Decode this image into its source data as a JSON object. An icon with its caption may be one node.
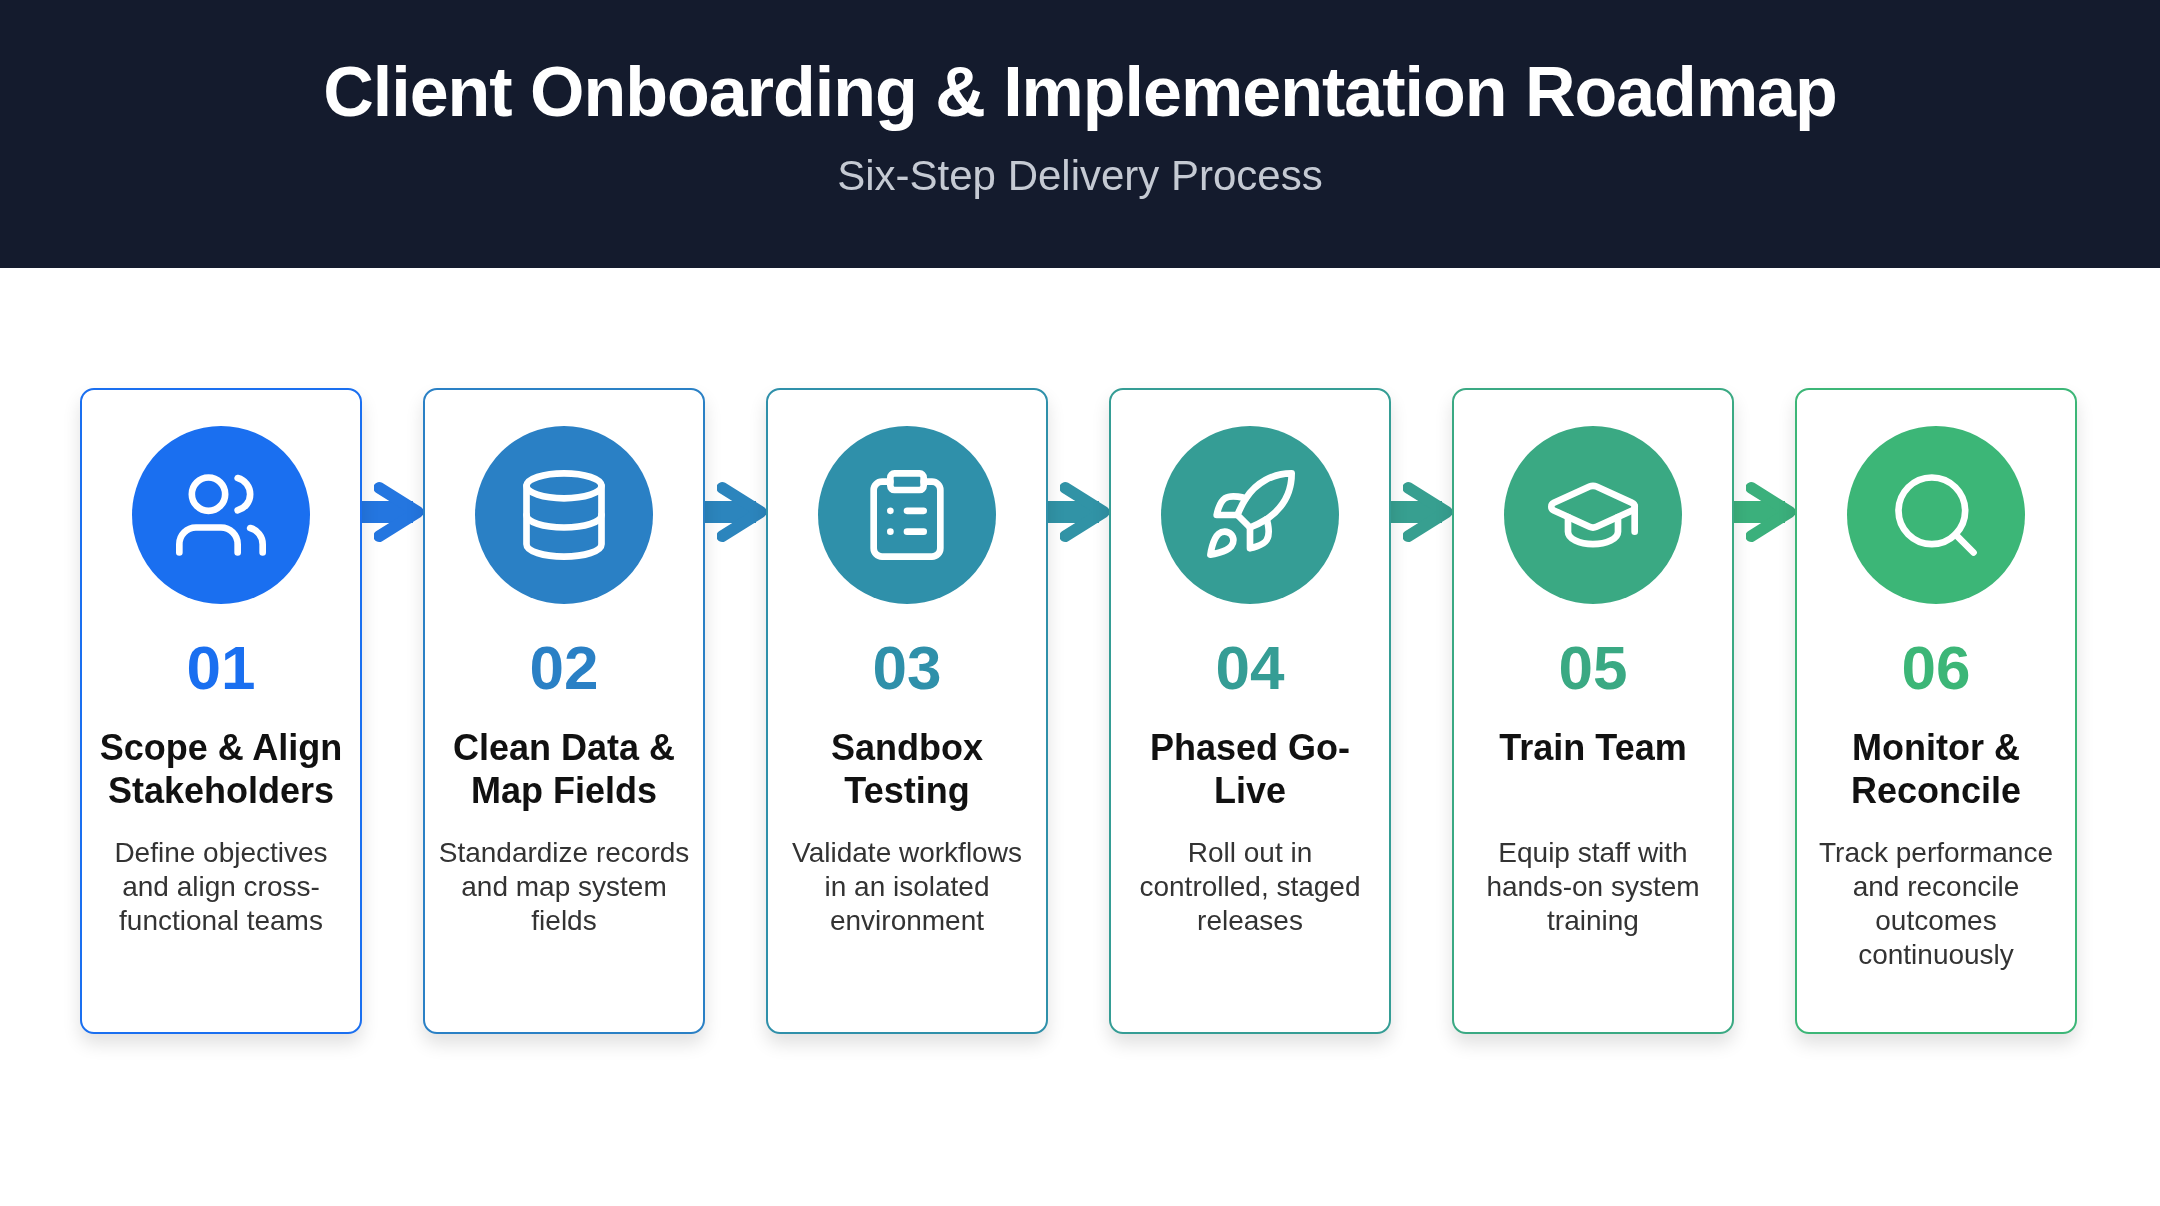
{
  "diagram": {
    "title": "Client Onboarding & Implementation Roadmap",
    "caption": "Six-Step Delivery Process",
    "nodes": [
      {
        "text": [
          "01",
          "Scope & Align Stakeholders",
          "Define objectives and align cross-functional teams"
        ]
      },
      {
        "text": [
          "02",
          "Clean Data & Map Fields",
          "Standardize records and map system fields"
        ]
      },
      {
        "text": [
          "03",
          "Sandbox Testing",
          "Validate workflows in an isolated environment"
        ]
      },
      {
        "text": [
          "04",
          "Phased Go-Live",
          "Roll out in controlled, staged releases"
        ]
      },
      {
        "text": [
          "05",
          "Train Team",
          "Equip staff with hands-on system training"
        ]
      },
      {
        "text": [
          "06",
          "Monitor & Reconcile",
          "Track performance and reconcile outcomes continuously"
        ]
      }
    ],
    "edges": [
      {
        "from": 0,
        "to": 1,
        "arrow": "to",
        "color": "#2476e0"
      },
      {
        "from": 1,
        "to": 2,
        "arrow": "to",
        "color": "#2c85bd"
      },
      {
        "from": 2,
        "to": 3,
        "arrow": "to",
        "color": "#3193a6"
      },
      {
        "from": 3,
        "to": 4,
        "arrow": "to",
        "color": "#379f90"
      },
      {
        "from": 4,
        "to": 5,
        "arrow": "to",
        "color": "#3bb07c"
      }
    ]
  }
}
